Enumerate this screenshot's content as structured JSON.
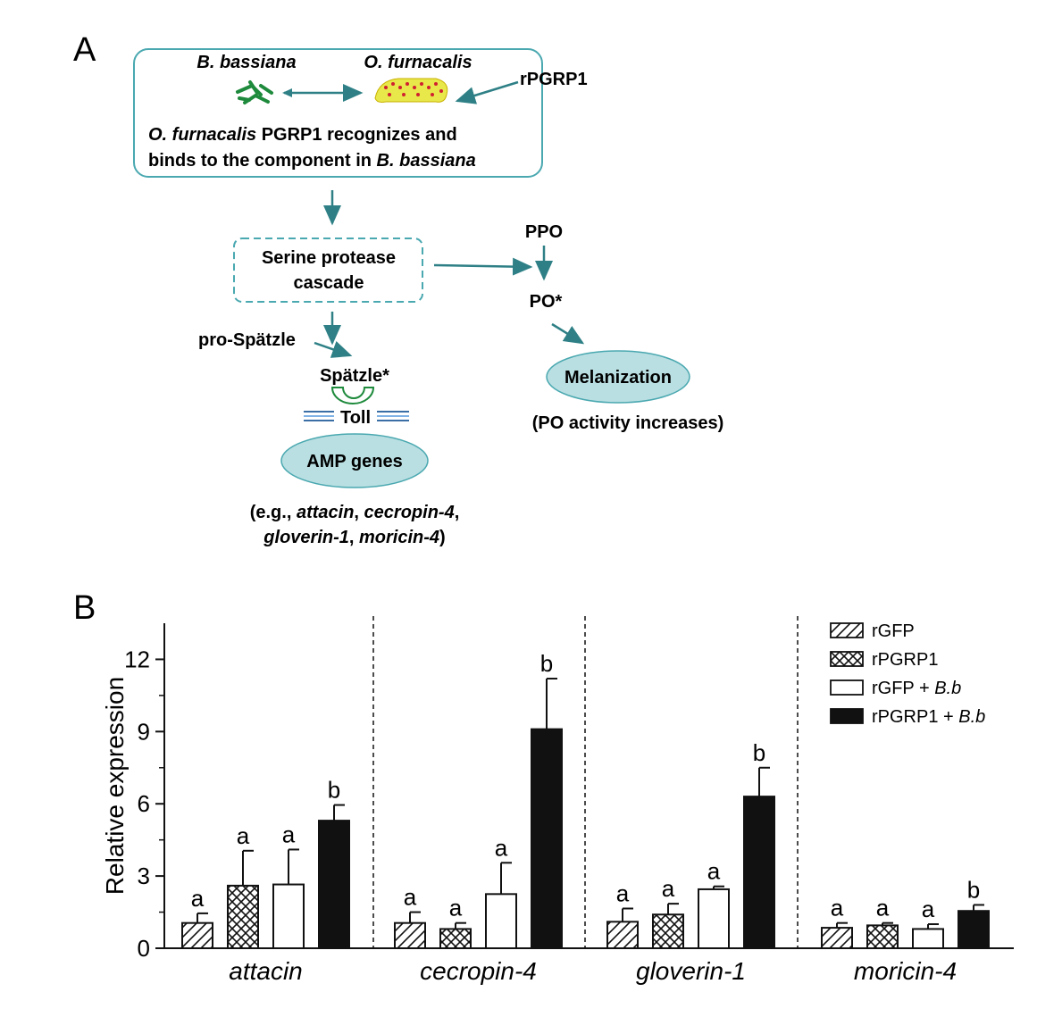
{
  "panel_a": {
    "label": "A",
    "organism1": "B. bassiana",
    "organism2": "O. furnacalis",
    "rpgrp1": "rPGRP1",
    "recog_line1_italic": "O. furnacalis",
    "recog_line1_rest": " PGRP1 recognizes and",
    "recog_line2_rest": "binds to the component in ",
    "recog_line2_italic": "B. bassiana",
    "serine_line1": "Serine protease",
    "serine_line2": "cascade",
    "ppo": "PPO",
    "po": "PO*",
    "pro_spatzle": "pro-Spätzle",
    "spatzle": "Spätzle*",
    "toll": "Toll",
    "amp": "AMP genes",
    "eg_open": "(e.g., ",
    "eg_attacin": "attacin",
    "eg_comma1": ", ",
    "eg_cecropin": "cecropin-4",
    "eg_comma2": ",",
    "eg_gloverin": "gloverin-1",
    "eg_comma3": ", ",
    "eg_moricin": "moricin-4",
    "eg_close": ")",
    "melanization": "Melanization",
    "po_activity": "(PO activity increases)",
    "colors": {
      "teal_stroke": "#4aa8b0",
      "arrow": "#2e8086",
      "ellipse_fill": "#b9dfe2",
      "larva": "#e8e84a",
      "larva_spots": "#d02030",
      "hyphae": "#1e8a3c"
    }
  },
  "panel_b": {
    "label": "B",
    "legend": [
      {
        "label": "rGFP",
        "suffix": "",
        "pattern": "hatch"
      },
      {
        "label": "rPGRP1",
        "suffix": "",
        "pattern": "crosshatch"
      },
      {
        "label": "rGFP + ",
        "suffix": "B.b",
        "pattern": "white"
      },
      {
        "label": "rPGRP1 + ",
        "suffix": "B.b",
        "pattern": "black"
      }
    ]
  },
  "chart_data": {
    "type": "bar",
    "categories": [
      "attacin",
      "cecropin-4",
      "gloverin-1",
      "moricin-4"
    ],
    "ylabel": "Relative expression",
    "ylim": [
      0,
      13.5
    ],
    "yticks": [
      0,
      3,
      6,
      9,
      12
    ],
    "grid": false,
    "legend_position": "top-right",
    "separators": "dashed vertical lines between gene groups",
    "series": [
      {
        "name": "rGFP",
        "pattern": "hatch",
        "values": [
          1.05,
          1.05,
          1.1,
          0.85
        ],
        "errors": [
          0.4,
          0.45,
          0.55,
          0.2
        ],
        "letters": [
          "a",
          "a",
          "a",
          "a"
        ]
      },
      {
        "name": "rPGRP1",
        "pattern": "crosshatch",
        "values": [
          2.6,
          0.8,
          1.4,
          0.95
        ],
        "errors": [
          1.45,
          0.25,
          0.45,
          0.1
        ],
        "letters": [
          "a",
          "a",
          "a",
          "a"
        ]
      },
      {
        "name": "rGFP + B.b",
        "pattern": "white",
        "values": [
          2.65,
          2.25,
          2.45,
          0.8
        ],
        "errors": [
          1.45,
          1.3,
          0.12,
          0.2
        ],
        "letters": [
          "a",
          "a",
          "a",
          "a"
        ]
      },
      {
        "name": "rPGRP1 + B.b",
        "pattern": "black",
        "values": [
          5.3,
          9.1,
          6.3,
          1.55
        ],
        "errors": [
          0.65,
          2.1,
          1.2,
          0.25
        ],
        "letters": [
          "b",
          "b",
          "b",
          "b"
        ]
      }
    ]
  }
}
